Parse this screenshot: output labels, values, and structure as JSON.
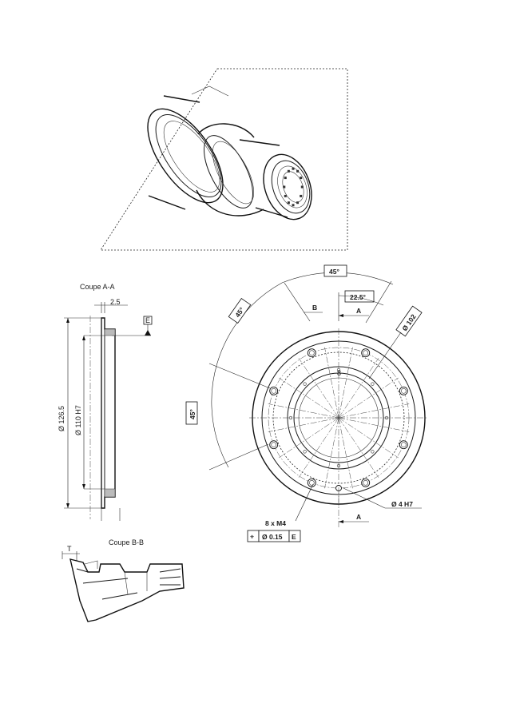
{
  "section_aa": {
    "title": "Coupe A-A",
    "dim_thickness": "2.5",
    "datum": "E",
    "dim_outer": "Ø 126.5",
    "dim_inner": "Ø 110 H7"
  },
  "section_bb": {
    "title": "Coupe B-B",
    "dim_t": "T"
  },
  "plan_view": {
    "angle_top": "45°",
    "angle_half": "22.5°",
    "angle_left_upper": "45°",
    "angle_left_lower": "45°",
    "label_b": "B",
    "label_a_top": "A",
    "label_a_bottom": "A",
    "dim_pcd": "Ø 102",
    "dim_pin": "Ø 4 H7",
    "dim_threads": "8 x M4",
    "center_mark": "8"
  },
  "tolerance_frame": {
    "symbol": "⌖",
    "value": "Ø 0.15",
    "datum": "E"
  }
}
